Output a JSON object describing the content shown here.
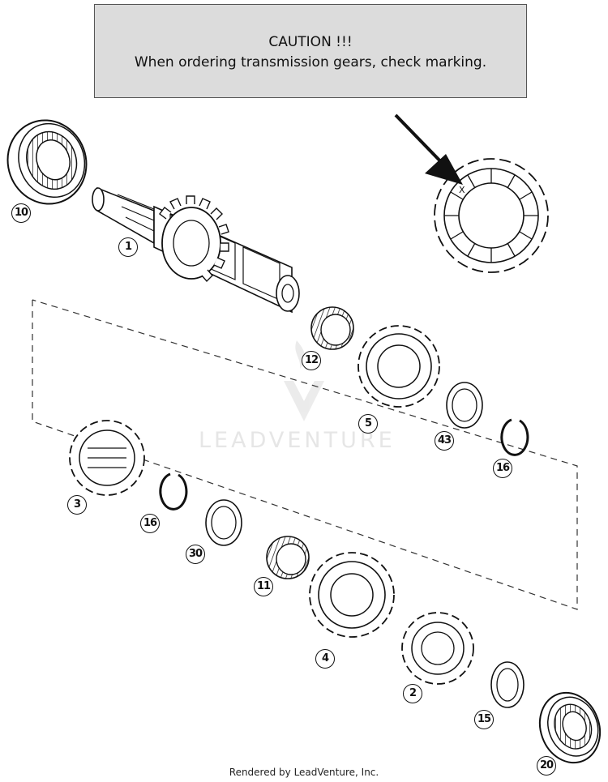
{
  "caution": {
    "title": "CAUTION !!!",
    "text": "When ordering transmission gears, check marking."
  },
  "inset": {
    "marking": "X"
  },
  "callouts": [
    "1",
    "10",
    "12",
    "5",
    "43",
    "16",
    "3",
    "16",
    "30",
    "11",
    "4",
    "2",
    "15",
    "20"
  ],
  "watermark": "LEADVENTURE",
  "footer": "Rendered by LeadVenture, Inc.",
  "colors": {
    "line": "#111111",
    "box_fill": "#dcdcdc",
    "watermark": "#e6e6e6"
  }
}
